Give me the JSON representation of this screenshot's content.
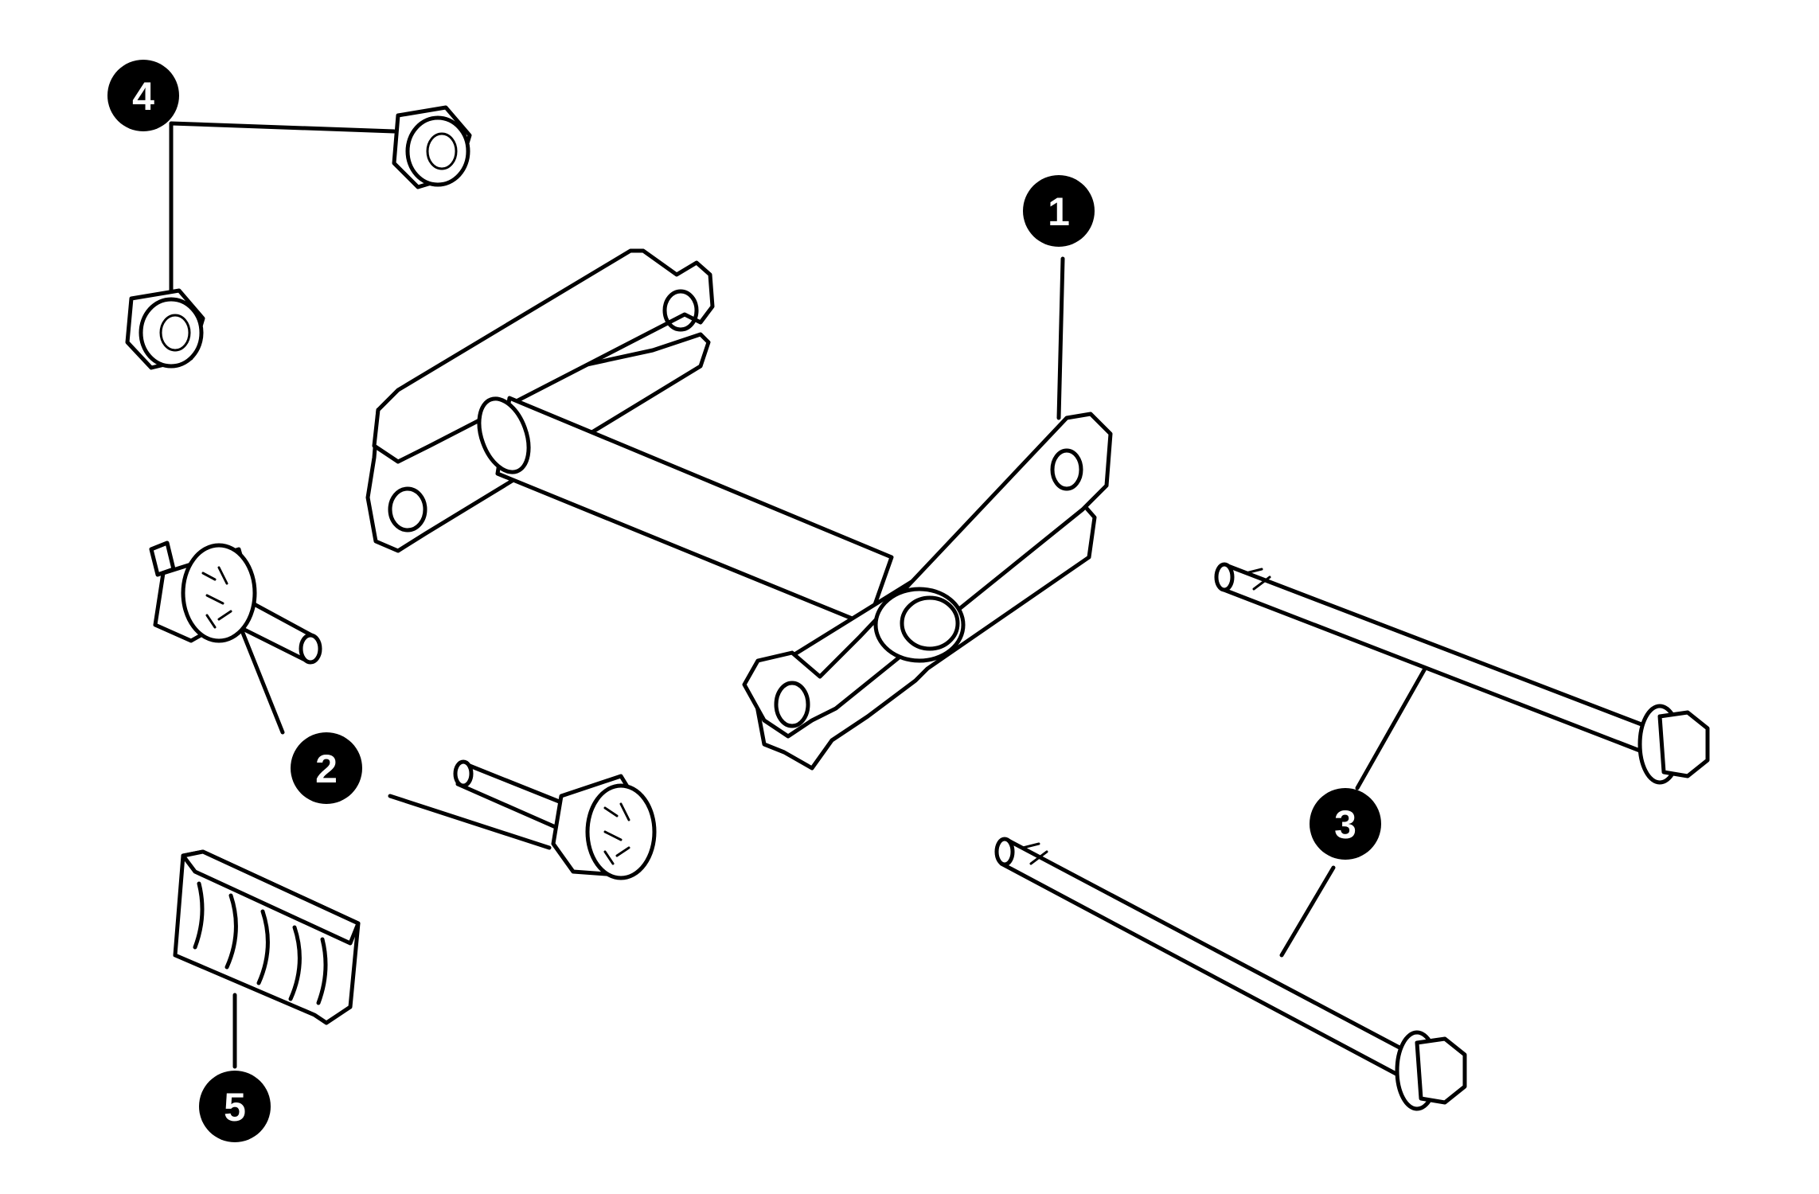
{
  "callouts": {
    "1": "1",
    "2": "2",
    "3": "3",
    "4": "4",
    "5": "5"
  },
  "colors": {
    "ink": "#000000",
    "paper": "#ffffff"
  }
}
